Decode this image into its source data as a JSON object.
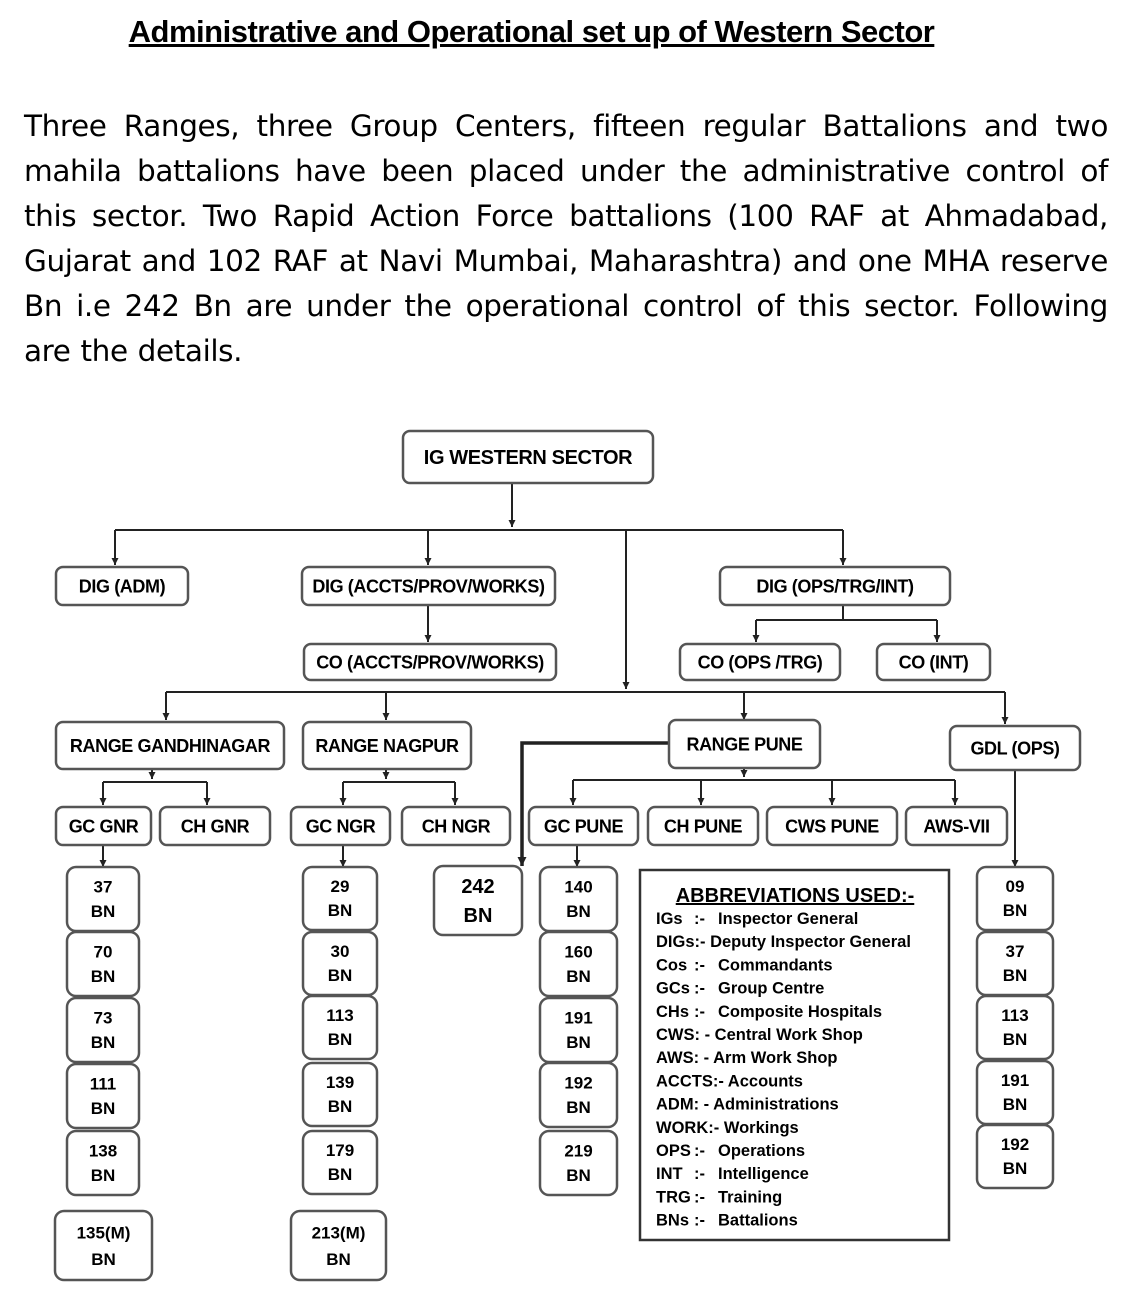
{
  "title": "Administrative and Operational set up of Western Sector",
  "intro": "Three Ranges, three Group Centers, fifteen regular Battalions and two mahila battalions have been placed under the administrative control of this sector. Two Rapid Action Force battalions (100 RAF at Ahmadabad, Gujarat and 102 RAF at Navi Mumbai, Maharashtra) and one MHA reserve Bn i.e 242 Bn are under the operational control of this sector. Following are the details.",
  "nodes": {
    "ig": "IG WESTERN SECTOR",
    "dig_adm": "DIG (ADM)",
    "dig_accts": "DIG (ACCTS/PROV/WORKS)",
    "dig_ops": "DIG (OPS/TRG/INT)",
    "co_accts": "CO (ACCTS/PROV/WORKS)",
    "co_ops": "CO (OPS /TRG)",
    "co_int": "CO (INT)",
    "range_gnr": "RANGE GANDHINAGAR",
    "range_ngp": "RANGE NAGPUR",
    "range_pune": "RANGE PUNE",
    "gdl_ops": "GDL (OPS)",
    "gc_gnr": "GC GNR",
    "ch_gnr": "CH GNR",
    "gc_ngr": "GC NGR",
    "ch_ngr": "CH NGR",
    "gc_pune": "GC PUNE",
    "ch_pune": "CH PUNE",
    "cws_pune": "CWS PUNE",
    "aws": "AWS-VII",
    "bn242_num": "242",
    "bn_label": "BN"
  },
  "battalions": {
    "gnr": [
      "37",
      "70",
      "73",
      "111",
      "138"
    ],
    "gnr_mahila": "135(M)",
    "ngr": [
      "29",
      "30",
      "113",
      "139",
      "179"
    ],
    "ngr_mahila": "213(M)",
    "pune": [
      "140",
      "160",
      "191",
      "192",
      "219"
    ],
    "gdl": [
      "09",
      "37",
      "113",
      "191",
      "192"
    ]
  },
  "abbreviations": {
    "heading": "ABBREVIATIONS USED:-",
    "items": [
      {
        "abbr": "IGs",
        "sep": ":-",
        "text": "Inspector General"
      },
      {
        "abbr": "DIGs:-",
        "sep": "",
        "text": "Deputy Inspector General"
      },
      {
        "abbr": "Cos",
        "sep": ":-",
        "text": "Commandants"
      },
      {
        "abbr": "GCs",
        "sep": ":-",
        "text": "Group Centre"
      },
      {
        "abbr": "CHs",
        "sep": ":-",
        "text": "Composite Hospitals"
      },
      {
        "abbr": "CWS: -",
        "sep": "",
        "text": "Central Work Shop"
      },
      {
        "abbr": "AWS: -",
        "sep": "",
        "text": "Arm Work Shop"
      },
      {
        "abbr": "ACCTS:-",
        "sep": "",
        "text": "Accounts"
      },
      {
        "abbr": "ADM: -",
        "sep": "",
        "text": "Administrations"
      },
      {
        "abbr": "WORK:-",
        "sep": "",
        "text": "Workings"
      },
      {
        "abbr": "OPS",
        "sep": ":-",
        "text": "Operations"
      },
      {
        "abbr": "INT",
        "sep": ":-",
        "text": "Intelligence"
      },
      {
        "abbr": "TRG",
        "sep": ":-",
        "text": "Training"
      },
      {
        "abbr": "BNs",
        "sep": ":-",
        "text": "Battalions"
      }
    ]
  }
}
